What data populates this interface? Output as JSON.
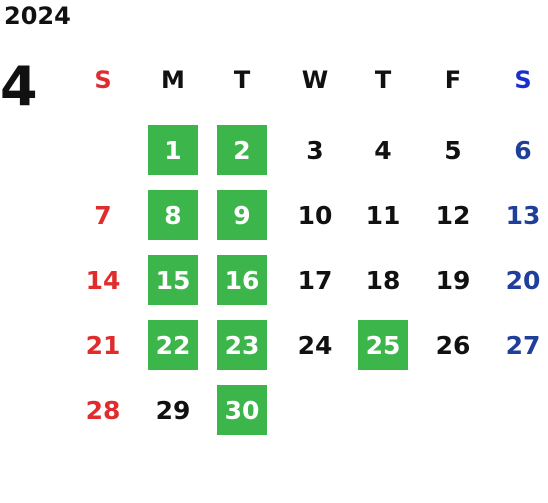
{
  "year": "2024",
  "month": "4",
  "colors": {
    "text": "#111111",
    "sunday": "#e02c2c",
    "saturday": "#1f3f9a",
    "saturday_header": "#1a2fd0",
    "highlight_bg": "#3cb54a",
    "highlight_text": "#ffffff"
  },
  "weekdays": [
    "S",
    "M",
    "T",
    "W",
    "T",
    "F",
    "S"
  ],
  "days": [
    {
      "label": "1",
      "col": 1,
      "row": 0,
      "highlight": true
    },
    {
      "label": "2",
      "col": 2,
      "row": 0,
      "highlight": true
    },
    {
      "label": "3",
      "col": 3,
      "row": 0,
      "highlight": false
    },
    {
      "label": "4",
      "col": 4,
      "row": 0,
      "highlight": false
    },
    {
      "label": "5",
      "col": 5,
      "row": 0,
      "highlight": false
    },
    {
      "label": "6",
      "col": 6,
      "row": 0,
      "highlight": false
    },
    {
      "label": "7",
      "col": 0,
      "row": 1,
      "highlight": false
    },
    {
      "label": "8",
      "col": 1,
      "row": 1,
      "highlight": true
    },
    {
      "label": "9",
      "col": 2,
      "row": 1,
      "highlight": true
    },
    {
      "label": "10",
      "col": 3,
      "row": 1,
      "highlight": false
    },
    {
      "label": "11",
      "col": 4,
      "row": 1,
      "highlight": false
    },
    {
      "label": "12",
      "col": 5,
      "row": 1,
      "highlight": false
    },
    {
      "label": "13",
      "col": 6,
      "row": 1,
      "highlight": false
    },
    {
      "label": "14",
      "col": 0,
      "row": 2,
      "highlight": false
    },
    {
      "label": "15",
      "col": 1,
      "row": 2,
      "highlight": true
    },
    {
      "label": "16",
      "col": 2,
      "row": 2,
      "highlight": true
    },
    {
      "label": "17",
      "col": 3,
      "row": 2,
      "highlight": false
    },
    {
      "label": "18",
      "col": 4,
      "row": 2,
      "highlight": false
    },
    {
      "label": "19",
      "col": 5,
      "row": 2,
      "highlight": false
    },
    {
      "label": "20",
      "col": 6,
      "row": 2,
      "highlight": false
    },
    {
      "label": "21",
      "col": 0,
      "row": 3,
      "highlight": false
    },
    {
      "label": "22",
      "col": 1,
      "row": 3,
      "highlight": true
    },
    {
      "label": "23",
      "col": 2,
      "row": 3,
      "highlight": true
    },
    {
      "label": "24",
      "col": 3,
      "row": 3,
      "highlight": false
    },
    {
      "label": "25",
      "col": 4,
      "row": 3,
      "highlight": true
    },
    {
      "label": "26",
      "col": 5,
      "row": 3,
      "highlight": false
    },
    {
      "label": "27",
      "col": 6,
      "row": 3,
      "highlight": false
    },
    {
      "label": "28",
      "col": 0,
      "row": 4,
      "highlight": false
    },
    {
      "label": "29",
      "col": 1,
      "row": 4,
      "highlight": false
    },
    {
      "label": "30",
      "col": 2,
      "row": 4,
      "highlight": true
    }
  ]
}
